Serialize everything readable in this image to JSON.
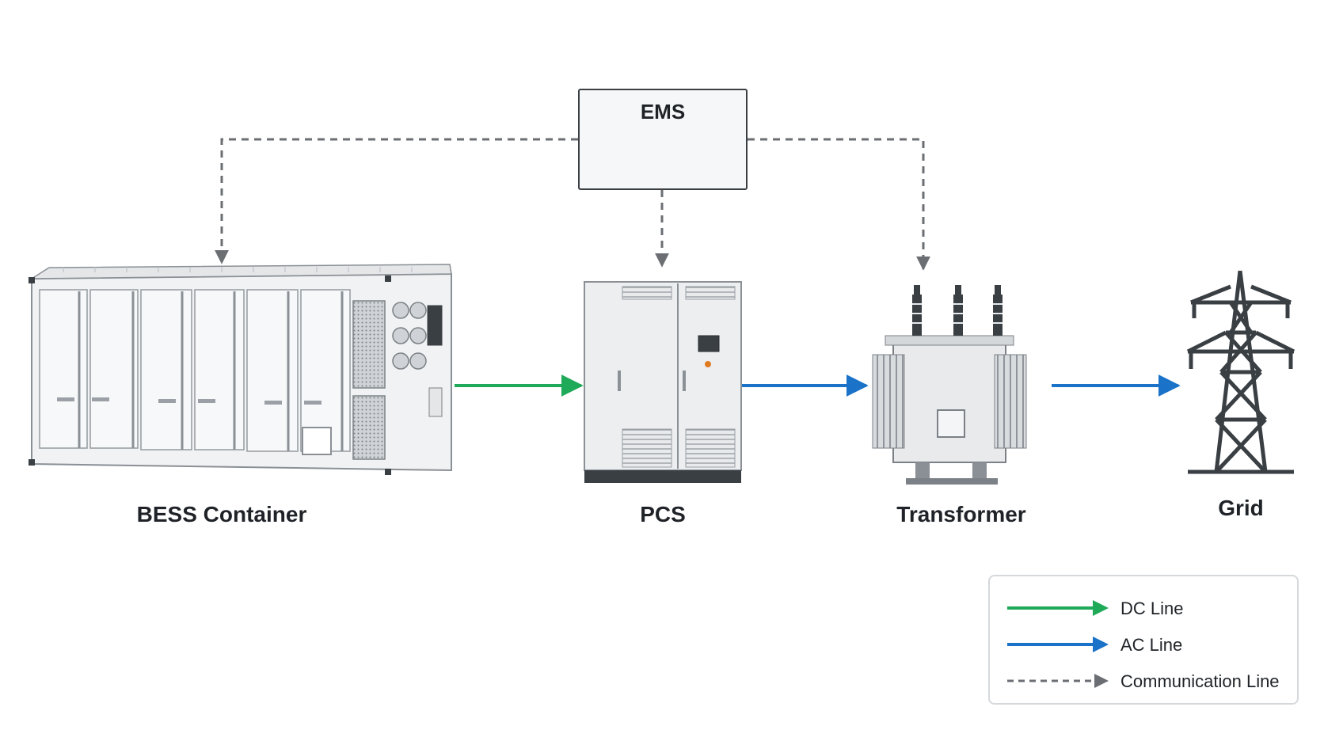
{
  "ems": {
    "label": "EMS",
    "icon": "monitor-bar-chart-icon"
  },
  "components": [
    {
      "id": "bess",
      "label": "BESS Container",
      "icon": "battery-container-icon"
    },
    {
      "id": "pcs",
      "label": "PCS",
      "icon": "pcs-cabinet-icon"
    },
    {
      "id": "transformer",
      "label": "Transformer",
      "icon": "transformer-icon"
    },
    {
      "id": "grid",
      "label": "Grid",
      "icon": "transmission-tower-icon"
    }
  ],
  "connections": [
    {
      "from": "BESS Container",
      "to": "PCS",
      "type": "DC Line"
    },
    {
      "from": "PCS",
      "to": "Transformer",
      "type": "AC Line"
    },
    {
      "from": "Transformer",
      "to": "Grid",
      "type": "AC Line"
    },
    {
      "from": "EMS",
      "to": "BESS Container",
      "type": "Communication Line"
    },
    {
      "from": "EMS",
      "to": "PCS",
      "type": "Communication Line"
    },
    {
      "from": "EMS",
      "to": "Transformer",
      "type": "Communication Line"
    }
  ],
  "legend": {
    "items": [
      {
        "label": "DC Line",
        "color": "#1faa59",
        "style": "solid"
      },
      {
        "label": "AC Line",
        "color": "#1a73c9",
        "style": "solid"
      },
      {
        "label": "Communication Line",
        "color": "#6b6f73",
        "style": "dashed"
      }
    ]
  },
  "colors": {
    "dc": "#1faa59",
    "ac": "#1a73c9",
    "comm": "#6b6f73",
    "outline": "#3a3f44"
  }
}
